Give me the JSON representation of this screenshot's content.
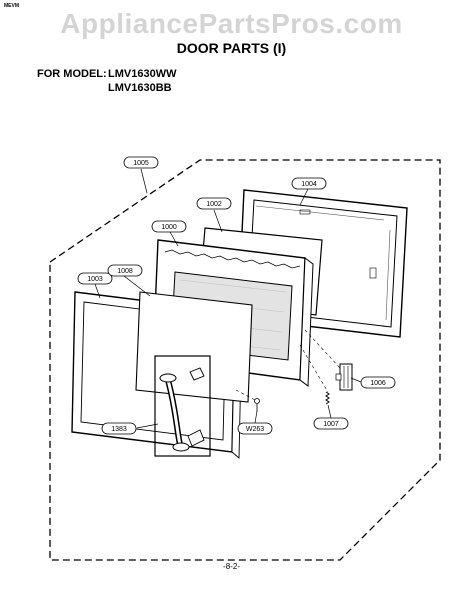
{
  "header": {
    "corner_mark": "MEVM",
    "watermark": "AppliancePartsPros.com",
    "title": "DOOR PARTS (I)",
    "model_label": "FOR MODEL:",
    "models": [
      "LMV1630WW",
      "LMV1630BB"
    ]
  },
  "diagram": {
    "callouts": [
      {
        "label": "1005"
      },
      {
        "label": "1004"
      },
      {
        "label": "1002"
      },
      {
        "label": "1000"
      },
      {
        "label": "1003"
      },
      {
        "label": "1008"
      },
      {
        "label": "1006"
      },
      {
        "label": "1383"
      },
      {
        "label": "W263"
      },
      {
        "label": "1007"
      }
    ]
  },
  "footer": {
    "page_number": "-8-2-"
  }
}
